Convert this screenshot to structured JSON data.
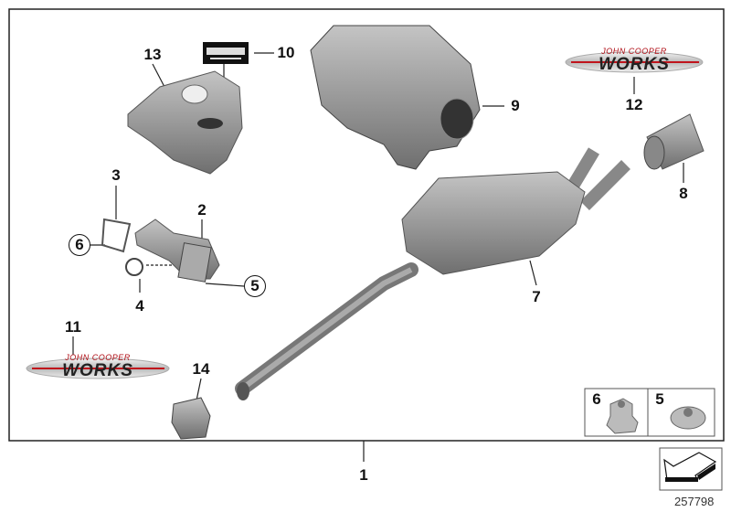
{
  "callouts": {
    "c1": "1",
    "c2": "2",
    "c3": "3",
    "c4": "4",
    "c5": "5",
    "c6": "6",
    "c7": "7",
    "c8": "8",
    "c9": "9",
    "c10": "10",
    "c11": "11",
    "c12": "12",
    "c13": "13",
    "c14": "14"
  },
  "badges": {
    "top": "JOHN COOPER",
    "main": "WORKS"
  },
  "inset": {
    "left": "6",
    "right": "5"
  },
  "reference_number": "257798"
}
